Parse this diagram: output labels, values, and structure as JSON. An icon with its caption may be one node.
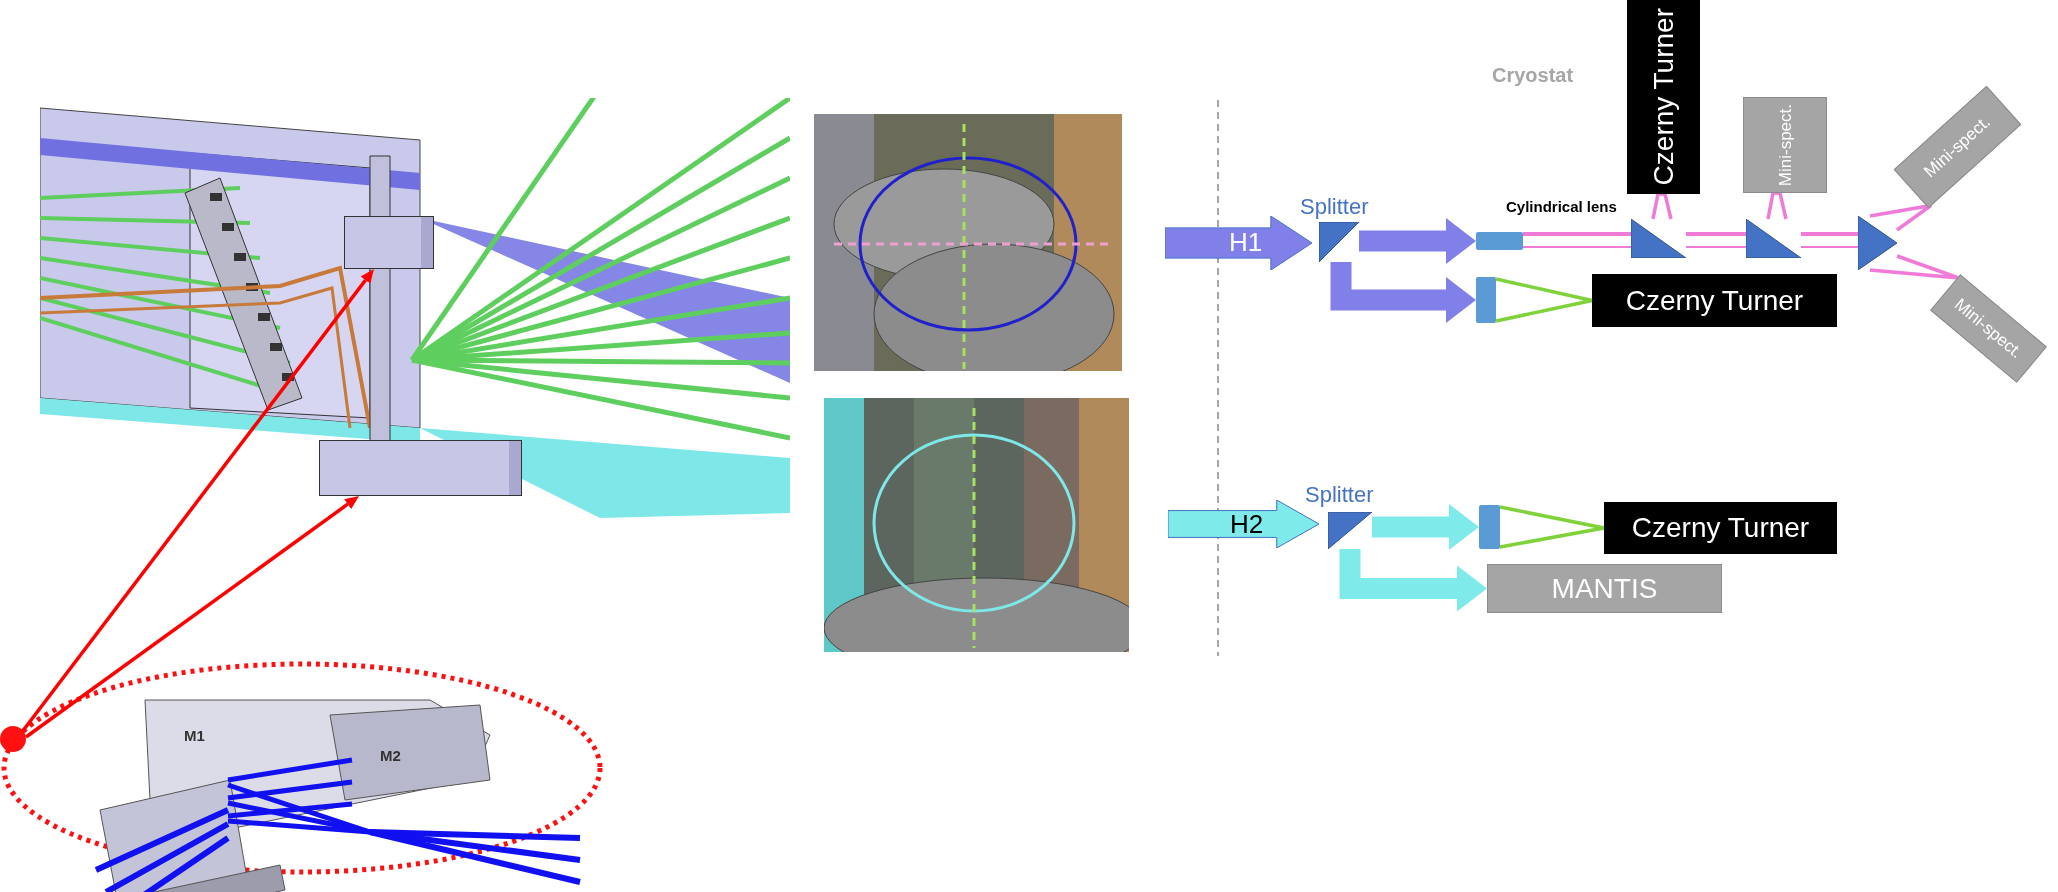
{
  "diagram": {
    "nodes": [
      {
        "text": [],
        "shape": "picture"
      },
      {
        "text": [],
        "shape": "box",
        "in": 0
      },
      {
        "text": [],
        "shape": "box",
        "in": 0
      },
      {
        "text": [],
        "shape": "circle"
      },
      {
        "text": [
          "H1"
        ]
      },
      {
        "text": [],
        "shape": "triangle",
        "beside": [
          "Splitter"
        ]
      },
      {
        "text": [],
        "shape": "box",
        "beside": [
          "Cylindrical lens"
        ]
      },
      {
        "text": [],
        "shape": "box"
      },
      {
        "text": [
          "Czerny Turner"
        ]
      },
      {
        "text": [
          "Mini-spect."
        ]
      },
      {
        "text": [],
        "shape": "triangle"
      },
      {
        "text": [],
        "shape": "triangle"
      },
      {
        "text": [],
        "shape": "triangle"
      },
      {
        "text": [
          "Mini-spect."
        ]
      },
      {
        "text": [
          "Czerny Turner"
        ]
      },
      {
        "text": [
          "Mini-spect."
        ]
      },
      {
        "text": [
          "H2"
        ]
      },
      {
        "text": [],
        "shape": "triangle",
        "beside": [
          "Splitter"
        ]
      },
      {
        "text": [],
        "shape": "box"
      },
      {
        "text": [
          "Czerny Turner"
        ]
      },
      {
        "text": [
          "MANTIS"
        ]
      }
    ],
    "edges": [
      {
        "from": 3,
        "to": 1,
        "arrow": "to",
        "color": "#ff0000"
      },
      {
        "from": 3,
        "to": 2,
        "arrow": "to",
        "color": "#ff0000"
      },
      {
        "from": 5,
        "to": 6,
        "arrow": "to",
        "style": "thick",
        "color": "#8080e8"
      },
      {
        "from": 5,
        "to": 7,
        "arrow": "to",
        "style": "thick",
        "color": "#8080e8"
      },
      {
        "from": 6,
        "to": 10,
        "arrow": "none"
      },
      {
        "from": 10,
        "to": 11,
        "arrow": "none"
      },
      {
        "from": 11,
        "to": 12,
        "arrow": "none"
      },
      {
        "from": 10,
        "to": 8,
        "arrow": "none"
      },
      {
        "from": 11,
        "to": 9,
        "arrow": "none"
      },
      {
        "from": 12,
        "to": 13,
        "arrow": "none"
      },
      {
        "from": 12,
        "to": 15,
        "arrow": "none"
      },
      {
        "from": 7,
        "to": 14,
        "arrow": "none",
        "color": "#7fd23a"
      },
      {
        "from": 17,
        "to": 18,
        "arrow": "to",
        "style": "thick",
        "color": "#7eeaea"
      },
      {
        "from": 17,
        "to": 20,
        "arrow": "to",
        "style": "thick",
        "color": "#7eeaea"
      },
      {
        "from": 18,
        "to": 19,
        "arrow": "none",
        "color": "#7fd23a"
      }
    ],
    "labels": [
      "Cryostat",
      "M1",
      "M2"
    ]
  }
}
